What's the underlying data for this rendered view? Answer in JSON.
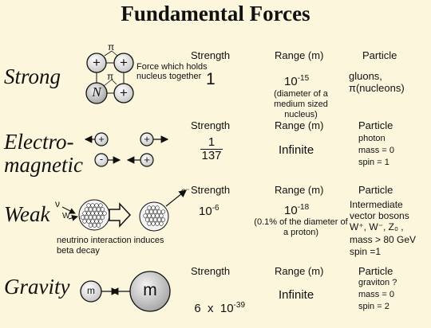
{
  "title": "Fundamental Forces",
  "headers": {
    "strength": "Strength",
    "range": "Range (m)",
    "particle": "Particle"
  },
  "strong": {
    "name": "Strong",
    "strength": "1",
    "range_base": "10",
    "range_exp": "-15",
    "range_note": "(diameter of a medium sized nucleus)",
    "particle": "gluons, π(nucleons)",
    "note": "Force which holds nucleus together",
    "pi": "π",
    "plus": "+",
    "n": "N"
  },
  "em": {
    "name_line1": "Electro-",
    "name_line2": "magnetic",
    "strength_num": "1",
    "strength_den": "137",
    "range": "Infinite",
    "particle_name": "photon",
    "mass": "mass = 0",
    "spin": "spin = 1",
    "plus": "+",
    "minus": "-"
  },
  "weak": {
    "name": "Weak",
    "strength_base": "10",
    "strength_exp": "-6",
    "range_base": "10",
    "range_exp": "-18",
    "range_note": "(0.1% of the diameter of a proton)",
    "particle_l1": "Intermediate",
    "particle_l2": "vector bosons",
    "particle_l3": "W⁺, W⁻, Z₀ ,",
    "particle_l4": "mass > 80 GeV",
    "particle_l5": "spin =1",
    "note": "neutrino interaction induces beta decay",
    "nu": "ν",
    "w": "W",
    "e": "e⁻"
  },
  "gravity": {
    "name": "Gravity",
    "strength_base": "6  x  10",
    "strength_exp": "-39",
    "range": "Infinite",
    "particle_l1": "graviton ?",
    "mass": "mass = 0",
    "spin": "spin = 2",
    "m_small": "m",
    "m_big": "m"
  }
}
